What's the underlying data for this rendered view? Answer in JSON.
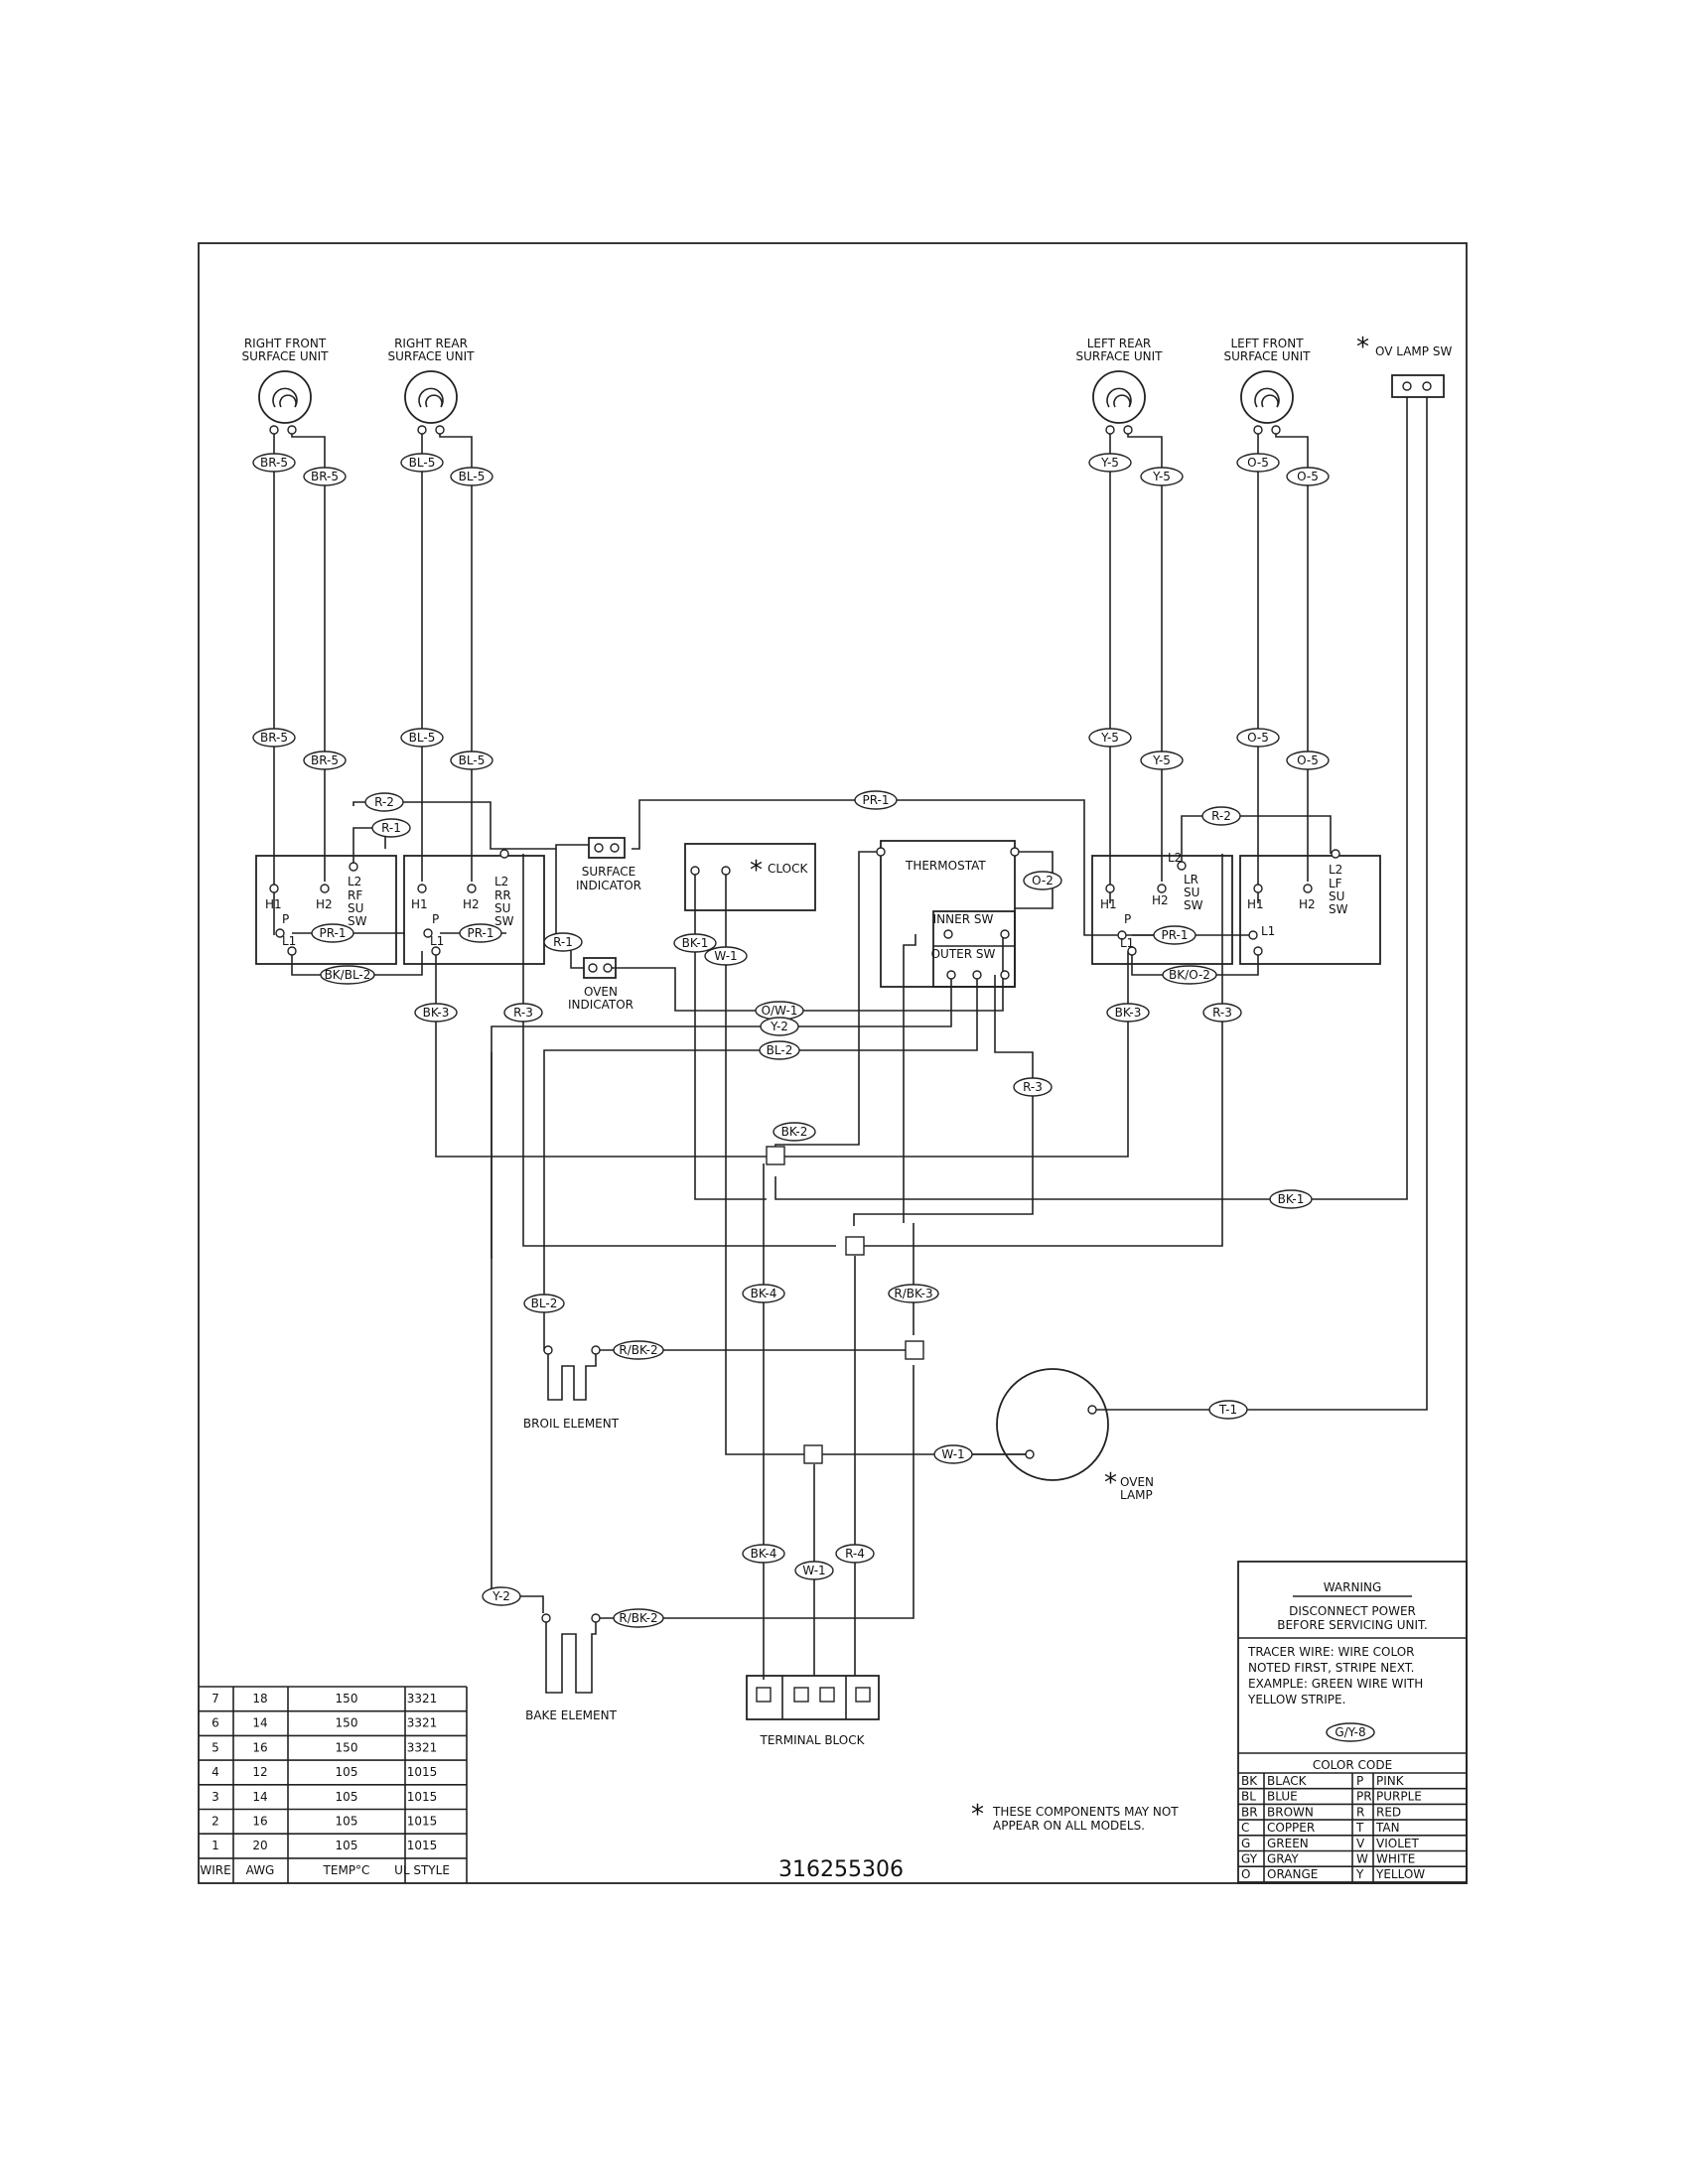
{
  "components": {
    "right_front": [
      "RIGHT FRONT",
      "SURFACE UNIT"
    ],
    "right_rear": [
      "RIGHT REAR",
      "SURFACE UNIT"
    ],
    "left_rear": [
      "LEFT REAR",
      "SURFACE UNIT"
    ],
    "left_front": [
      "LEFT FRONT",
      "SURFACE UNIT"
    ],
    "ov_lamp_sw": "OV LAMP SW",
    "surface_indicator": [
      "SURFACE",
      "INDICATOR"
    ],
    "oven_indicator": [
      "OVEN",
      "INDICATOR"
    ],
    "clock": "CLOCK",
    "thermostat": "THERMOSTAT",
    "inner_sw": "INNER SW",
    "outer_sw": "OUTER SW",
    "broil_element": "BROIL ELEMENT",
    "bake_element": "BAKE ELEMENT",
    "terminal_block": "TERMINAL BLOCK",
    "oven_lamp": [
      "OVEN",
      "LAMP"
    ],
    "asterisk": "*"
  },
  "switches": {
    "rf": [
      "RF",
      "SU",
      "SW"
    ],
    "rr": [
      "RR",
      "SU",
      "SW"
    ],
    "lr": [
      "LR",
      "SU",
      "SW"
    ],
    "lf": [
      "LF",
      "SU",
      "SW"
    ],
    "pins": {
      "h1": "H1",
      "h2": "H2",
      "l1": "L1",
      "l2": "L2",
      "p": "P"
    }
  },
  "wire_tags": {
    "br5": "BR-5",
    "bl5": "BL-5",
    "y5": "Y-5",
    "o5": "O-5",
    "r2": "R-2",
    "r1": "R-1",
    "r3": "R-3",
    "pr1": "PR-1",
    "bk1": "BK-1",
    "bk2": "BK-2",
    "bk3": "BK-3",
    "bk4": "BK-4",
    "w1": "W-1",
    "o2": "O-2",
    "ow1": "O/W-1",
    "y2": "Y-2",
    "bl2": "BL-2",
    "bkbl2": "BK/BL-2",
    "bko2": "BK/O-2",
    "rbk3": "R/BK-3",
    "rbk2": "R/BK-2",
    "t1": "T-1",
    "r4": "R-4"
  },
  "warning": {
    "title": "WARNING",
    "lines": [
      "DISCONNECT POWER",
      "BEFORE SERVICING UNIT."
    ]
  },
  "tracer": {
    "lines": [
      "TRACER WIRE:  WIRE COLOR",
      "NOTED FIRST, STRIPE NEXT.",
      "EXAMPLE:  GREEN WIRE WITH",
      "YELLOW STRIPE."
    ],
    "example_tag": "G/Y-8"
  },
  "color_code": {
    "title": "COLOR CODE",
    "rows": [
      [
        "BK",
        "BLACK",
        "P",
        "PINK"
      ],
      [
        "BL",
        "BLUE",
        "PR",
        "PURPLE"
      ],
      [
        "BR",
        "BROWN",
        "R",
        "RED"
      ],
      [
        "C",
        "COPPER",
        "T",
        "TAN"
      ],
      [
        "G",
        "GREEN",
        "V",
        "VIOLET"
      ],
      [
        "GY",
        "GRAY",
        "W",
        "WHITE"
      ],
      [
        "O",
        "ORANGE",
        "Y",
        "YELLOW"
      ]
    ]
  },
  "wire_table": {
    "headers": [
      "WIRE",
      "AWG",
      "TEMP°C",
      "UL STYLE"
    ],
    "rows": [
      [
        "7",
        "18",
        "150",
        "3321"
      ],
      [
        "6",
        "14",
        "150",
        "3321"
      ],
      [
        "5",
        "16",
        "150",
        "3321"
      ],
      [
        "4",
        "12",
        "105",
        "1015"
      ],
      [
        "3",
        "14",
        "105",
        "1015"
      ],
      [
        "2",
        "16",
        "105",
        "1015"
      ],
      [
        "1",
        "20",
        "105",
        "1015"
      ]
    ]
  },
  "note": [
    "THESE COMPONENTS MAY NOT",
    "APPEAR ON ALL MODELS."
  ],
  "part_number": "316255306"
}
